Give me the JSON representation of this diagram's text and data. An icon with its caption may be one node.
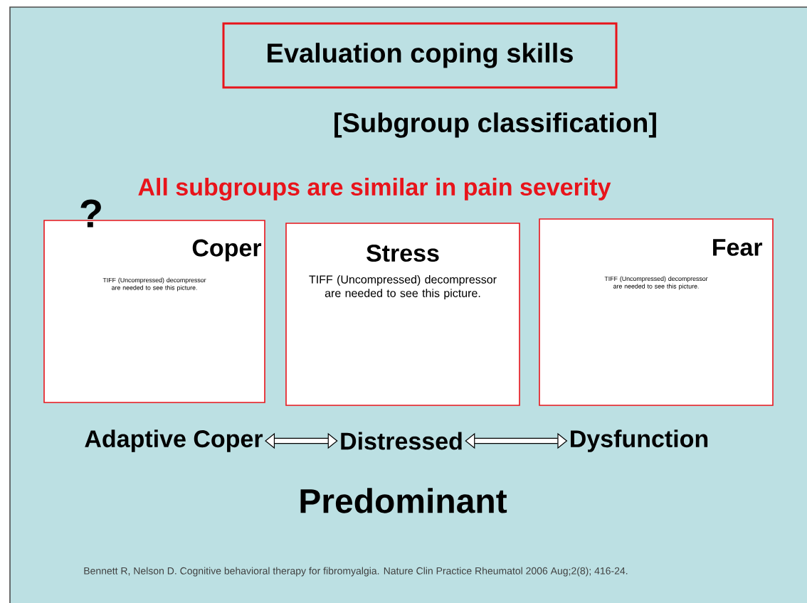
{
  "diagram": {
    "nodes": [
      {
        "text": [
          "Evaluation coping skills"
        ]
      },
      {
        "text": [
          "Coper",
          "TIFF (Uncompressed) decompressor are needed to see this picture."
        ]
      },
      {
        "text": [
          "Stress",
          "TIFF (Uncompressed) decompressor are needed to see this picture."
        ]
      },
      {
        "text": [
          "Fear",
          "TIFF (Uncompressed) decompressor are needed to see this picture."
        ]
      },
      {
        "text": [
          "Adaptive Coper"
        ]
      },
      {
        "text": [
          "Distressed"
        ]
      },
      {
        "text": [
          "Dysfunction"
        ]
      }
    ],
    "edges": [
      {
        "from": 4,
        "to": 5,
        "arrow": "both"
      },
      {
        "from": 5,
        "to": 6,
        "arrow": "both"
      }
    ],
    "labels": [
      "[Subgroup classification]",
      "All subgroups are similar in pain severity",
      "?",
      "Predominant",
      "Bennett R, Nelson D. Cognitive behavioral therapy for fibromyalgia. Nature Clin Practice Rheumatol 2006 Aug;2(8); 416-24."
    ]
  }
}
